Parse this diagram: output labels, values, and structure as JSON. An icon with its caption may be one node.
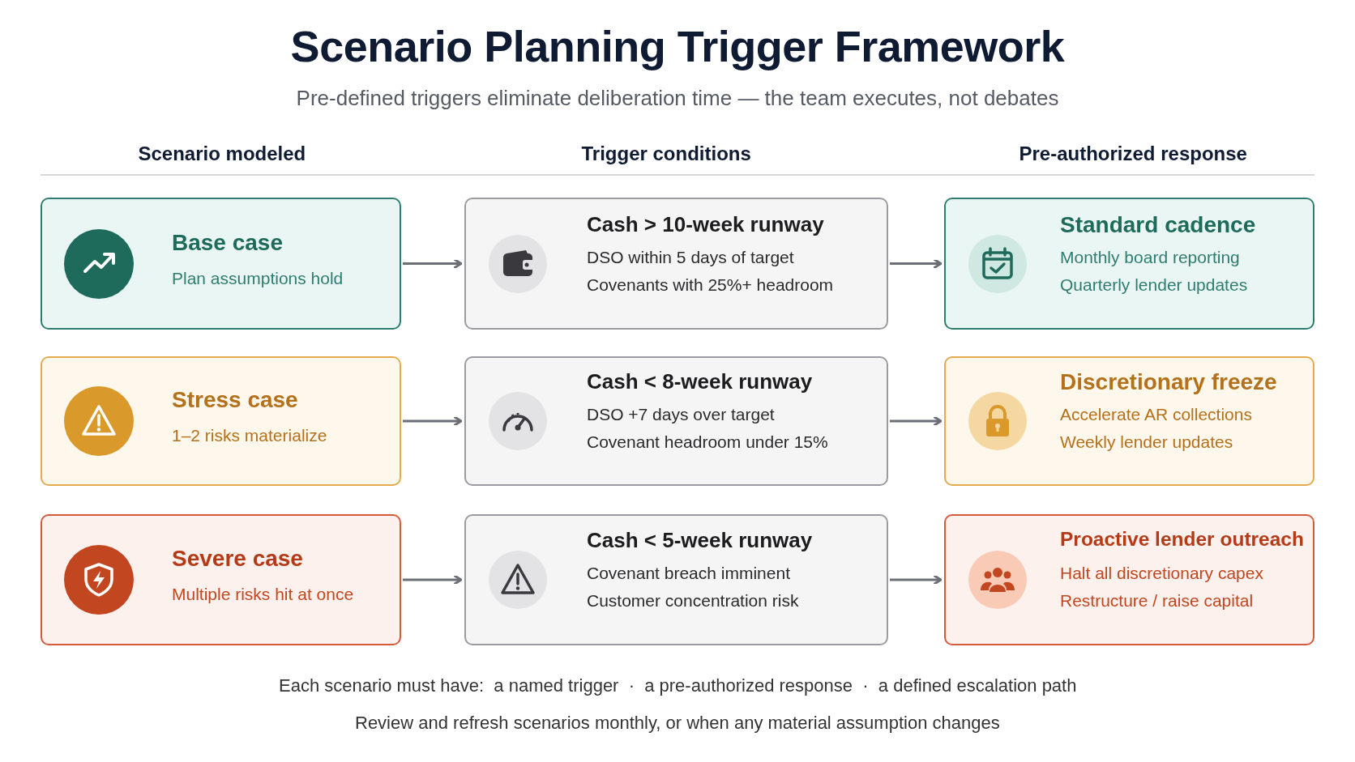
{
  "diagram": {
    "title": "Scenario Planning Trigger Framework",
    "caption": "Pre-defined triggers eliminate deliberation time — the team executes, not debates",
    "nodes": [
      {
        "text": [
          "Base case",
          "Plan assumptions hold"
        ]
      },
      {
        "text": [
          "Cash > 10-week runway",
          "DSO within 5 days of target",
          "Covenants with 25%+ headroom"
        ]
      },
      {
        "text": [
          "Standard cadence",
          "Monthly board reporting",
          "Quarterly lender updates"
        ]
      },
      {
        "text": [
          "Stress case",
          "1–2 risks materialize"
        ]
      },
      {
        "text": [
          "Cash < 8-week runway",
          "DSO +7 days over target",
          "Covenant headroom under 15%"
        ]
      },
      {
        "text": [
          "Discretionary freeze",
          "Accelerate AR collections",
          "Weekly lender updates"
        ]
      },
      {
        "text": [
          "Severe case",
          "Multiple risks hit at once"
        ]
      },
      {
        "text": [
          "Cash < 5-week runway",
          "Covenant breach imminent",
          "Customer concentration risk"
        ]
      },
      {
        "text": [
          "Proactive lender outreach",
          "Halt all discretionary capex",
          "Restructure / raise capital"
        ]
      }
    ],
    "edges": [
      {
        "from": 0,
        "to": 1,
        "arrow": "to"
      },
      {
        "from": 1,
        "to": 2,
        "arrow": "to"
      },
      {
        "from": 3,
        "to": 4,
        "arrow": "to"
      },
      {
        "from": 4,
        "to": 5,
        "arrow": "to"
      },
      {
        "from": 6,
        "to": 7,
        "arrow": "to"
      },
      {
        "from": 7,
        "to": 8,
        "arrow": "to"
      }
    ],
    "labels": [
      "Scenario modeled",
      "Trigger conditions",
      "Pre-authorized response",
      "Each scenario must have:  a named trigger  ·  a pre-authorized response  ·  a defined escalation path",
      "Review and refresh scenarios monthly, or when any material assumption changes"
    ]
  }
}
